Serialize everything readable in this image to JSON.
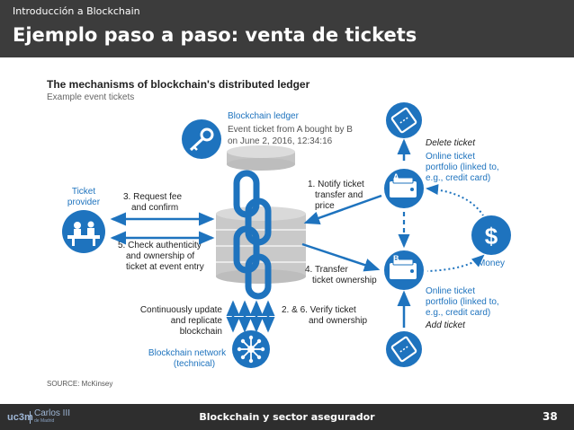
{
  "slide": {
    "kicker": "Introducción a Blockchain",
    "title": "Ejemplo paso a paso: venta de tickets",
    "footer_title": "Blockchain y sector asegurador",
    "page_number": "38",
    "logo_left": "uc3m",
    "logo_right": "Carlos III",
    "logo_right_small": "de Madrid"
  },
  "diagram": {
    "title": "The mechanisms of blockchain's distributed ledger",
    "subtitle": "Example event tickets",
    "ledger_title": "Blockchain ledger",
    "ledger_line1": "Event ticket from A bought by B",
    "ledger_line2": "on June 2, 2016, 12:34:16",
    "provider_line1": "Ticket",
    "provider_line2": "provider",
    "step3_line1": "3. Request fee",
    "step3_line2": "and confirm",
    "step5_line1": "5. Check authenticity",
    "step5_line2": "and ownership of",
    "step5_line3": "ticket at event entry",
    "step1_line1": "1. Notify ticket",
    "step1_line2": "transfer and",
    "step1_line3": "price",
    "step4_line1": "4. Transfer",
    "step4_line2": "ticket ownership",
    "update_line1": "Continuously update",
    "update_line2": "and replicate",
    "update_line3": "blockchain",
    "step26_line1": "2. & 6. Verify ticket",
    "step26_line2": "and ownership",
    "network_line1": "Blockchain network",
    "network_line2": "(technical)",
    "delete_ticket": "Delete ticket",
    "portfolio_a_line1": "Online ticket",
    "portfolio_a_line2": "portfolio (linked to,",
    "portfolio_a_line3": "e.g., credit card)",
    "wallet_a_letter": "A",
    "wallet_b_letter": "B",
    "dollar": "$",
    "money": "Money",
    "portfolio_b_line1": "Online ticket",
    "portfolio_b_line2": "portfolio (linked to,",
    "portfolio_b_line3": "e.g., credit card)",
    "add_ticket": "Add ticket",
    "source": "SOURCE: McKinsey"
  },
  "colors": {
    "accent_blue": "#1e73be",
    "header_bg": "#3c3c3c",
    "footer_bg": "#2e2e2e",
    "chain_gray": "#cfcfcf"
  }
}
